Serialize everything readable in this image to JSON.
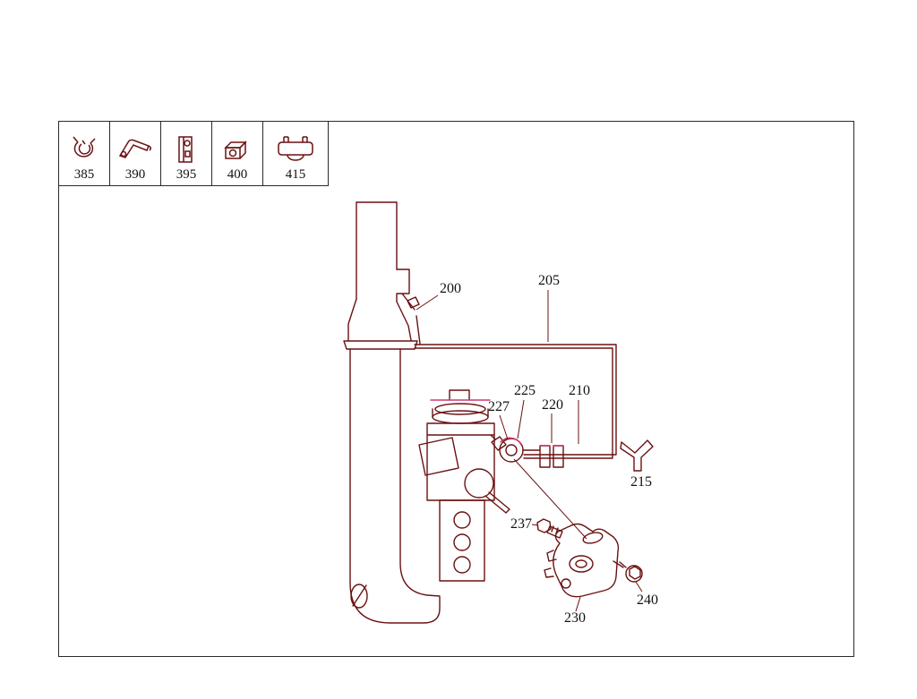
{
  "colors": {
    "line": "#6a1111",
    "accent": "#cc3a6e",
    "label": "#111111",
    "frame": "#2a2a2a",
    "background": "#ffffff"
  },
  "thumbnails": [
    {
      "label": "385",
      "icon": "hose-clamp-icon"
    },
    {
      "label": "390",
      "icon": "lever-bracket-icon"
    },
    {
      "label": "395",
      "icon": "angle-bracket-icon"
    },
    {
      "label": "400",
      "icon": "connector-block-icon"
    },
    {
      "label": "415",
      "icon": "clamp-with-bolts-icon"
    }
  ],
  "callouts": {
    "c200": "200",
    "c205": "205",
    "c225": "225",
    "c210": "210",
    "c227": "227",
    "c220": "220",
    "c215": "215",
    "c237": "237",
    "c240": "240",
    "c230": "230"
  }
}
